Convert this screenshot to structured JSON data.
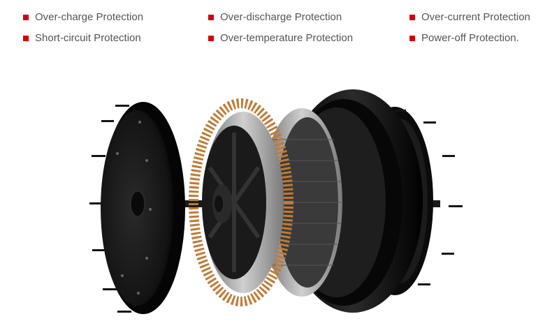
{
  "features": [
    {
      "label": "Over-charge Protection"
    },
    {
      "label": "Over-discharge Protection"
    },
    {
      "label": "Over-current Protection"
    },
    {
      "label": "Short-circuit Protection"
    },
    {
      "label": "Over-temperature Protection"
    },
    {
      "label": "Power-off Protection."
    }
  ],
  "colors": {
    "bullet": "#d6000a",
    "text": "#555555",
    "copper": "#c07a35",
    "motor_black": "#111111"
  },
  "illustration": {
    "icon": "exploded-hub-motor-icon"
  }
}
